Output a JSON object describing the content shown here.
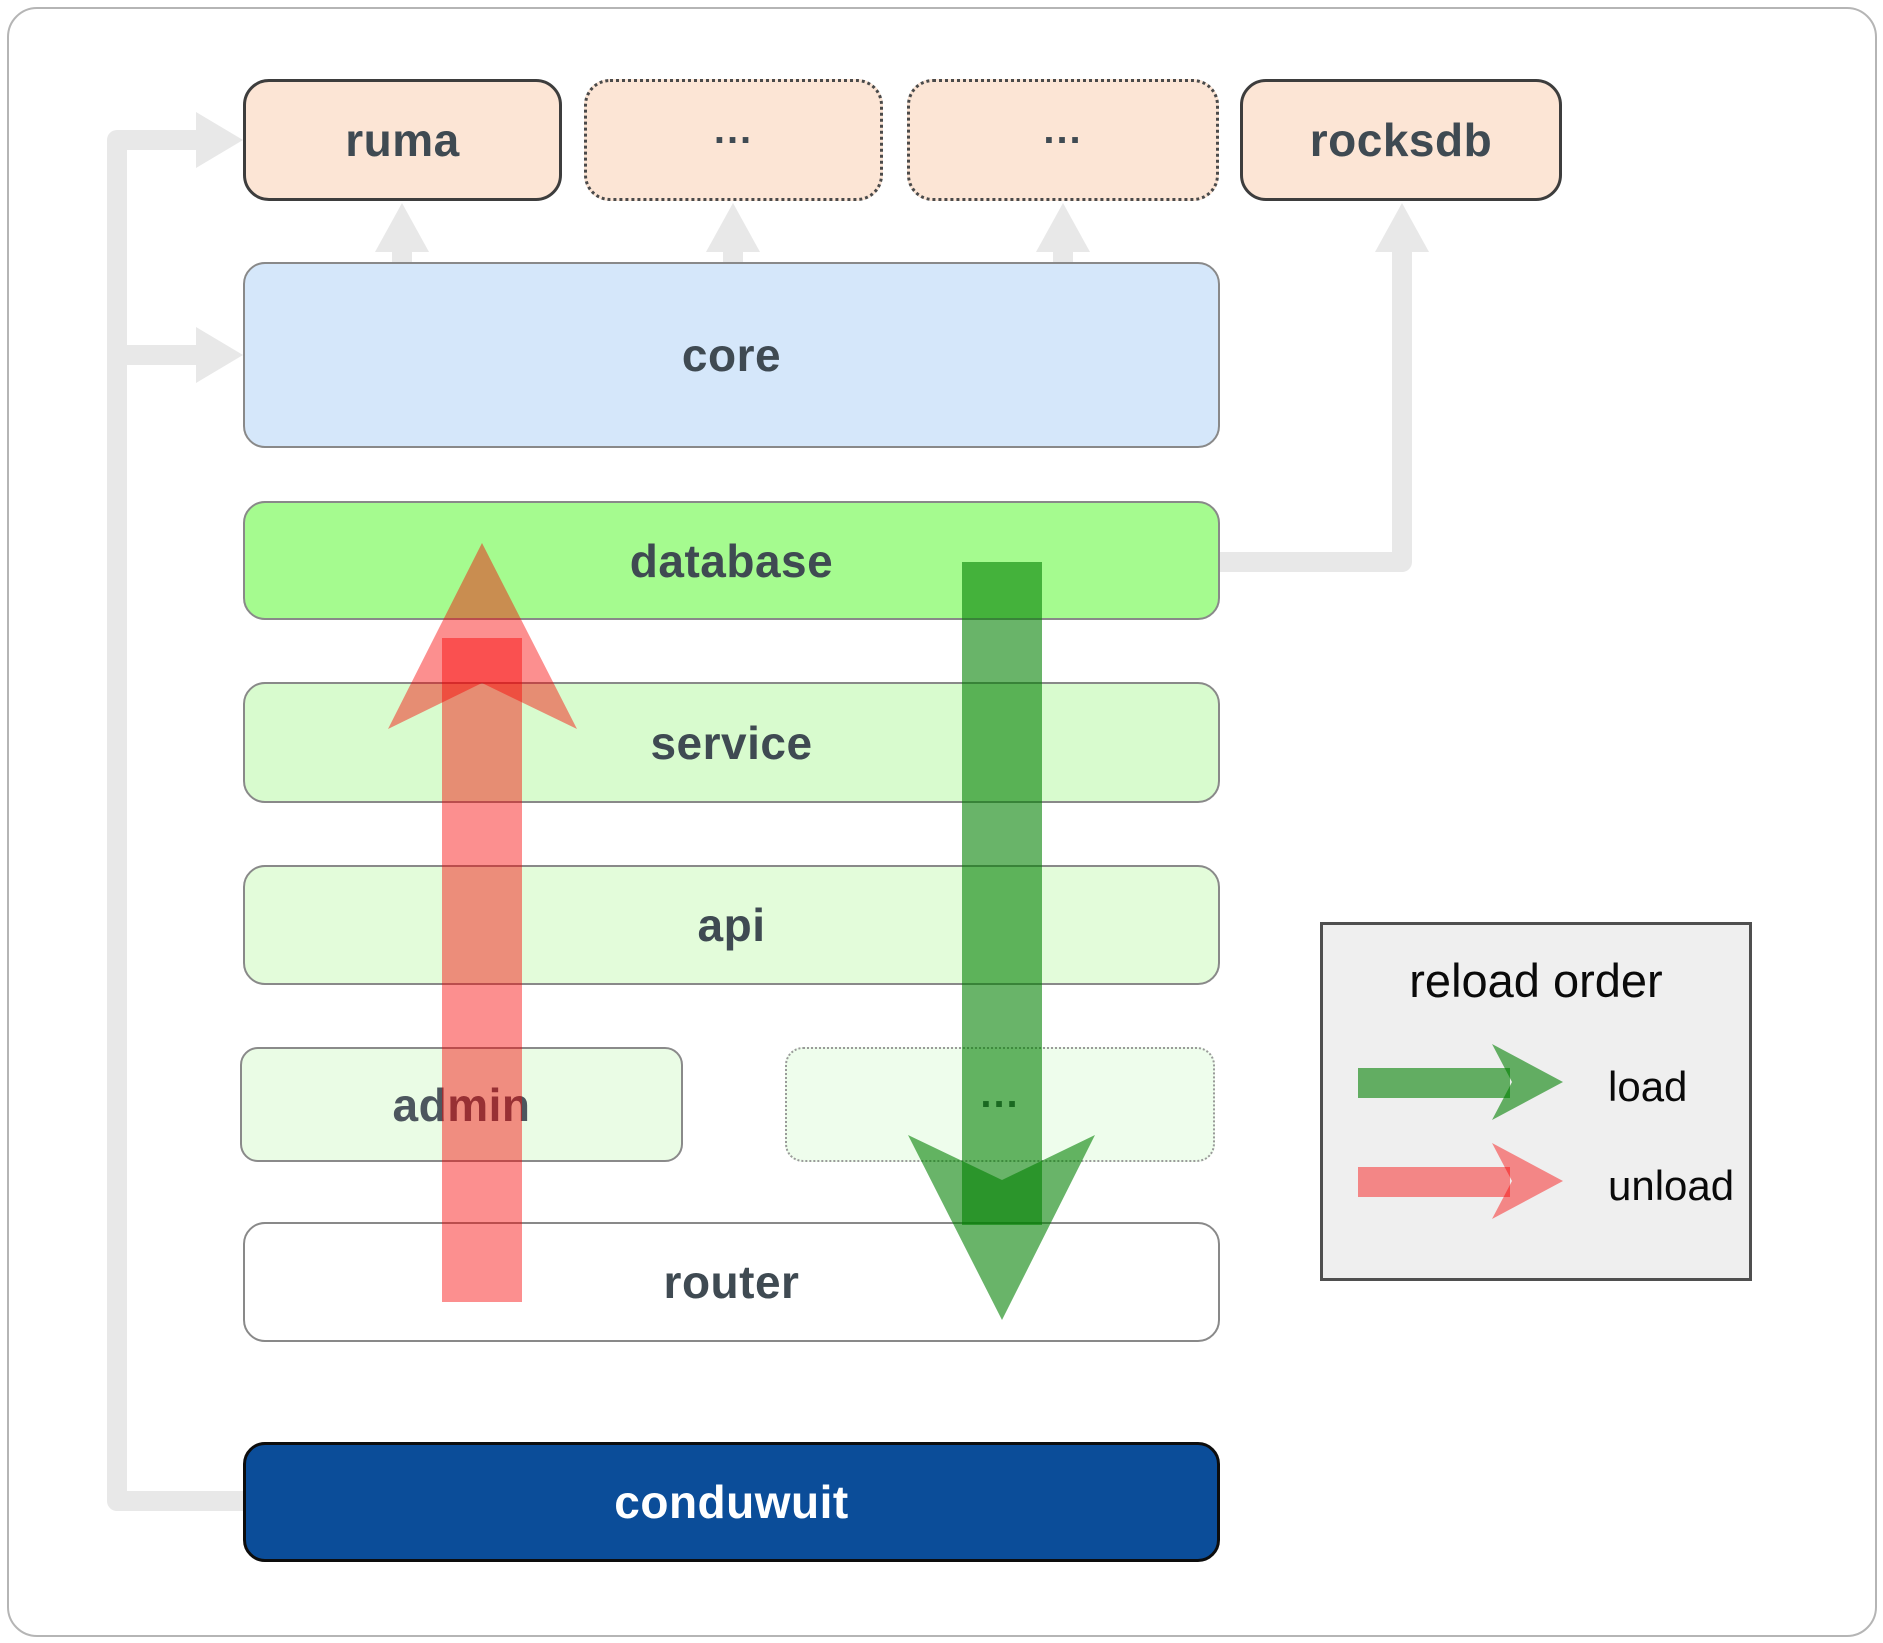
{
  "boxes": {
    "ruma": "ruma",
    "dots_top_1": "...",
    "dots_top_2": "...",
    "rocksdb": "rocksdb",
    "core": "core",
    "database": "database",
    "service": "service",
    "api": "api",
    "admin": "admin",
    "dots_admin": "...",
    "router": "router",
    "conduwuit": "conduwuit"
  },
  "legend": {
    "title": "reload order",
    "load_label": "load",
    "unload_label": "unload"
  },
  "colors": {
    "module_peach": "#fce5d5",
    "core_blue": "#d5e7fa",
    "database_green": "#a5fb8f",
    "service_green": "#d8fbce",
    "api_green": "#e3fcda",
    "admin_green": "#eafce5",
    "dots_admin_green": "#eefdec",
    "router_white": "#ffffff",
    "conduwuit_navy": "#0b4d99",
    "connector_gray": "#e8e8e8",
    "load_green": "#008000",
    "unload_red": "#f80000",
    "legend_bg": "#efefef",
    "label_slate": "#3f4a52"
  }
}
